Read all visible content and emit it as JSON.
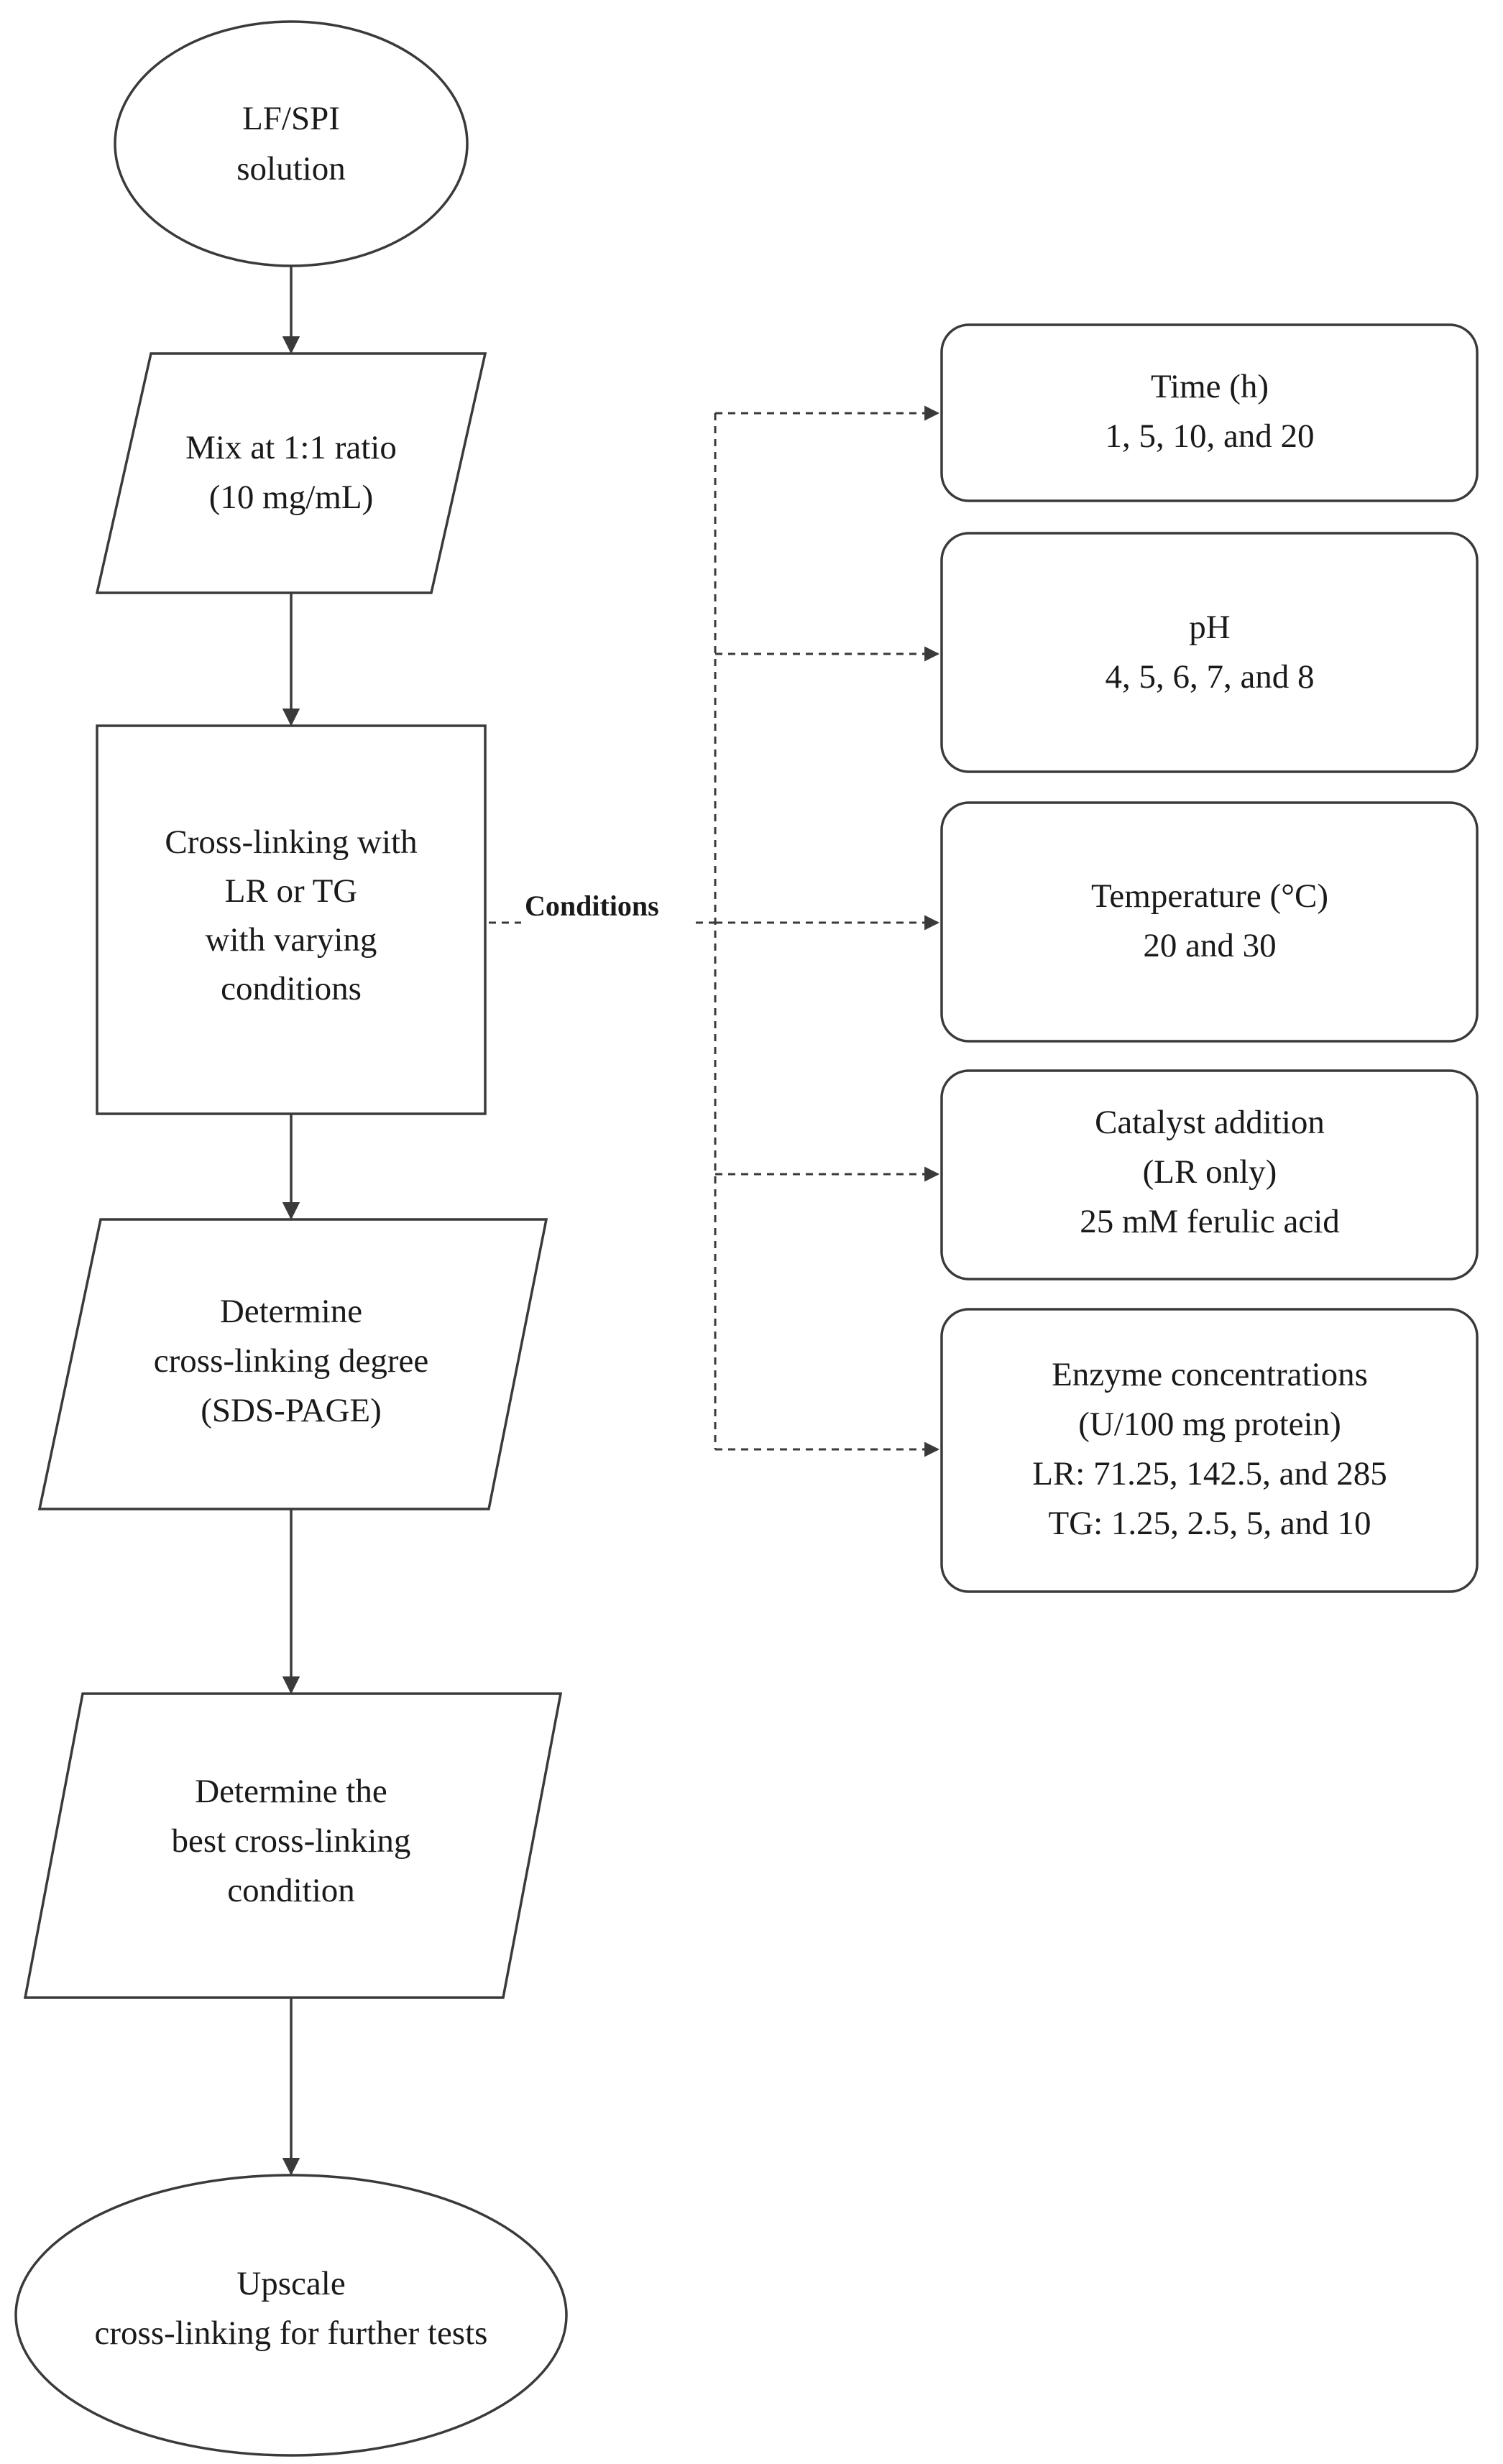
{
  "flow": {
    "start": [
      "LF/SPI",
      "solution"
    ],
    "mix": [
      "Mix at 1:1 ratio",
      "(10 mg/mL)"
    ],
    "crosslink": [
      "Cross-linking with",
      "LR or TG",
      "with varying",
      "conditions"
    ],
    "determine_degree": [
      "Determine",
      "cross-linking degree",
      "(SDS-PAGE)"
    ],
    "determine_best": [
      "Determine the",
      "best cross-linking",
      "condition"
    ],
    "end": [
      "Upscale",
      "cross-linking for further tests"
    ]
  },
  "conditions_label": "Conditions",
  "conditions": [
    {
      "lines": [
        "Time (h)",
        "1, 5, 10, and 20"
      ]
    },
    {
      "lines": [
        "pH",
        "4, 5, 6, 7, and 8"
      ]
    },
    {
      "lines": [
        "Temperature (°C)",
        "20 and 30"
      ]
    },
    {
      "lines": [
        "Catalyst addition",
        "(LR only)",
        "25 mM ferulic acid"
      ]
    },
    {
      "lines": [
        "Enzyme concentrations",
        "(U/100 mg protein)",
        "LR: 71.25, 142.5, and 285",
        "TG: 1.25, 2.5, 5, and 10"
      ]
    }
  ]
}
